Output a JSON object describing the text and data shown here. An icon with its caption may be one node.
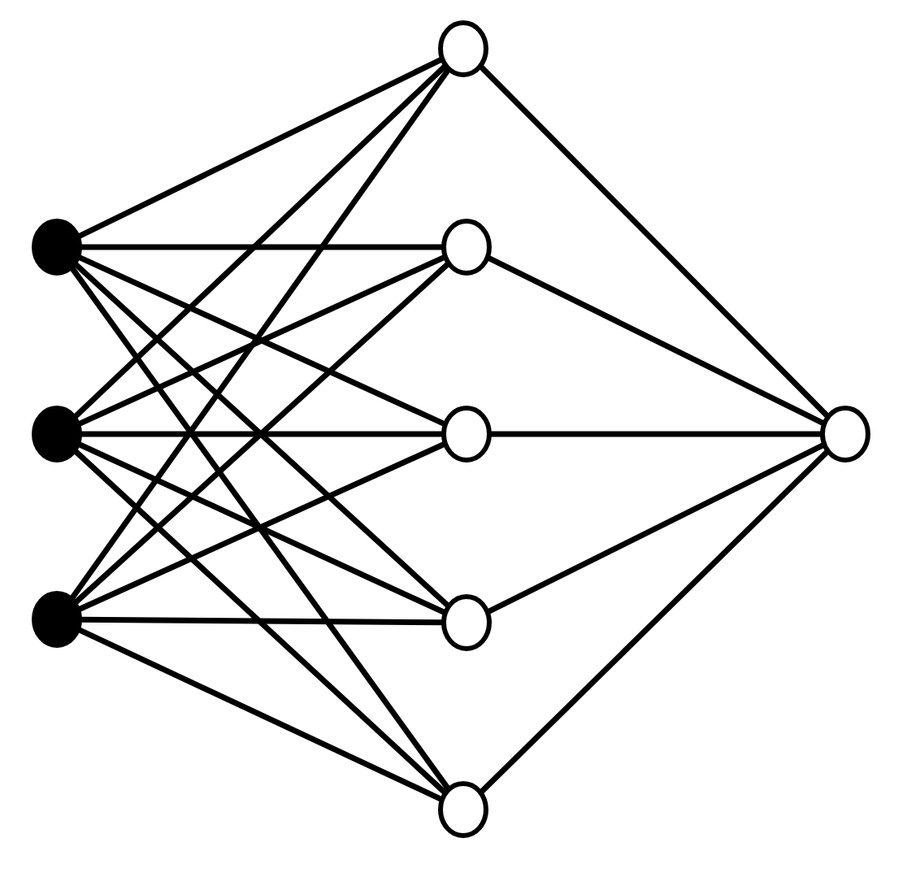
{
  "diagram": {
    "nodes": [
      {
        "text": [],
        "shape": "circle"
      },
      {
        "text": [],
        "shape": "circle"
      },
      {
        "text": [],
        "shape": "circle"
      },
      {
        "text": [],
        "shape": "circle"
      },
      {
        "text": [],
        "shape": "circle"
      },
      {
        "text": [],
        "shape": "circle"
      },
      {
        "text": [],
        "shape": "circle"
      },
      {
        "text": [],
        "shape": "circle"
      },
      {
        "text": [],
        "shape": "circle"
      }
    ],
    "edges": [
      {
        "from": 0,
        "to": 3,
        "arrow": "none"
      },
      {
        "from": 0,
        "to": 4,
        "arrow": "none"
      },
      {
        "from": 0,
        "to": 5,
        "arrow": "none"
      },
      {
        "from": 0,
        "to": 6,
        "arrow": "none"
      },
      {
        "from": 0,
        "to": 7,
        "arrow": "none"
      },
      {
        "from": 1,
        "to": 3,
        "arrow": "none"
      },
      {
        "from": 1,
        "to": 4,
        "arrow": "none"
      },
      {
        "from": 1,
        "to": 5,
        "arrow": "none"
      },
      {
        "from": 1,
        "to": 6,
        "arrow": "none"
      },
      {
        "from": 1,
        "to": 7,
        "arrow": "none"
      },
      {
        "from": 2,
        "to": 3,
        "arrow": "none"
      },
      {
        "from": 2,
        "to": 4,
        "arrow": "none"
      },
      {
        "from": 2,
        "to": 5,
        "arrow": "none"
      },
      {
        "from": 2,
        "to": 6,
        "arrow": "none"
      },
      {
        "from": 2,
        "to": 7,
        "arrow": "none"
      },
      {
        "from": 3,
        "to": 8,
        "arrow": "none"
      },
      {
        "from": 4,
        "to": 8,
        "arrow": "none"
      },
      {
        "from": 5,
        "to": 8,
        "arrow": "none"
      },
      {
        "from": 6,
        "to": 8,
        "arrow": "none"
      },
      {
        "from": 7,
        "to": 8,
        "arrow": "none"
      }
    ]
  }
}
